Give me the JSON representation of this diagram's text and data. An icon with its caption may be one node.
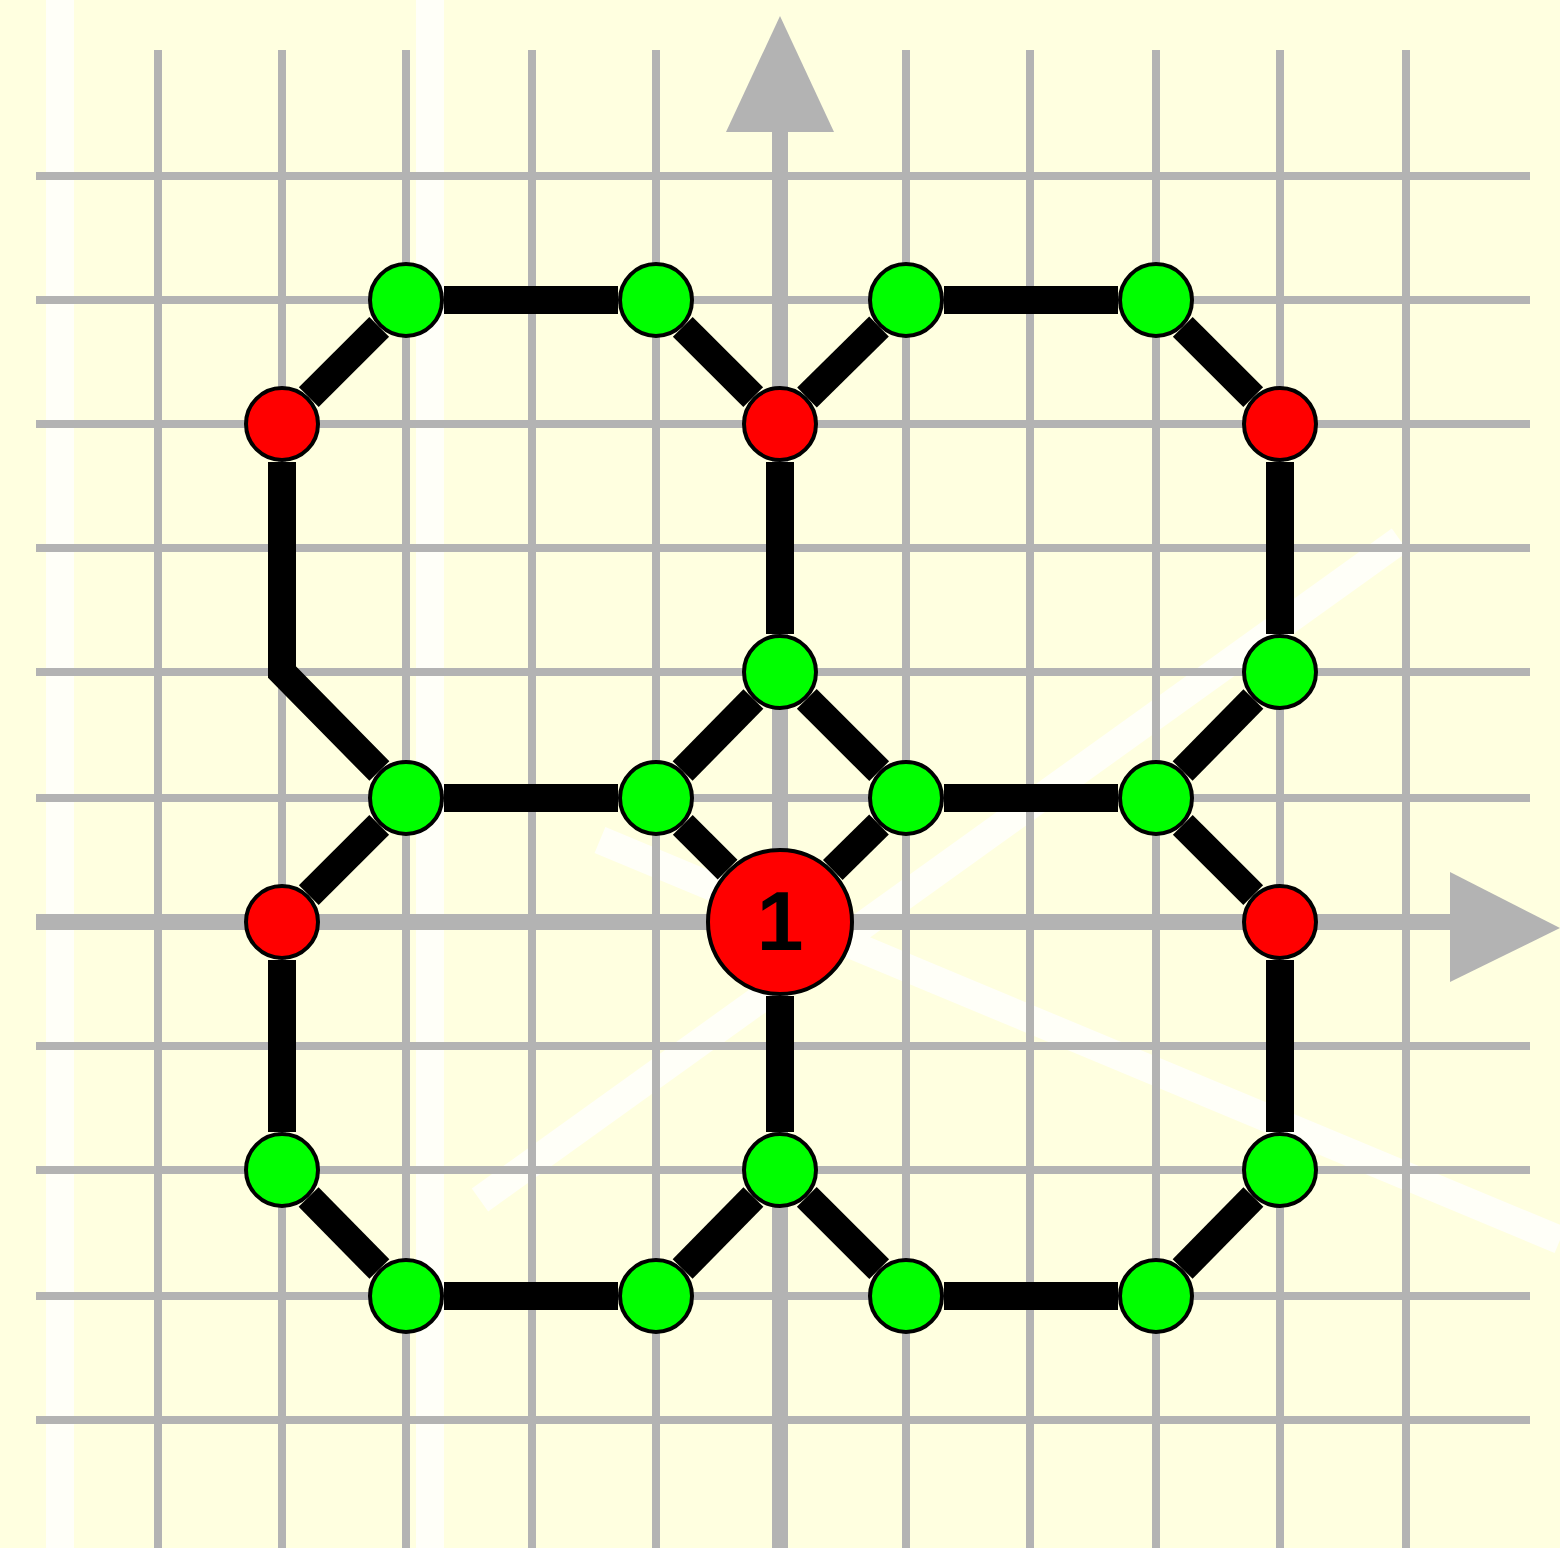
{
  "diagram": {
    "nodes": [
      {
        "text": [],
        "shape": "circle"
      },
      {
        "text": [],
        "shape": "circle"
      },
      {
        "text": [],
        "shape": "circle"
      },
      {
        "text": [],
        "shape": "circle"
      },
      {
        "text": [],
        "shape": "circle"
      },
      {
        "text": [],
        "shape": "circle"
      },
      {
        "text": [],
        "shape": "circle"
      },
      {
        "text": [],
        "shape": "circle"
      },
      {
        "text": [],
        "shape": "circle"
      },
      {
        "text": [],
        "shape": "circle"
      },
      {
        "text": [],
        "shape": "circle"
      },
      {
        "text": [],
        "shape": "circle"
      },
      {
        "text": [],
        "shape": "circle"
      },
      {
        "text": [],
        "shape": "circle"
      },
      {
        "text": [
          "1"
        ]
      },
      {
        "text": [],
        "shape": "circle"
      },
      {
        "text": [],
        "shape": "circle"
      },
      {
        "text": [],
        "shape": "circle"
      },
      {
        "text": [],
        "shape": "circle"
      },
      {
        "text": [],
        "shape": "circle"
      },
      {
        "text": [],
        "shape": "circle"
      },
      {
        "text": [],
        "shape": "circle"
      },
      {
        "text": [],
        "shape": "circle"
      }
    ],
    "edges": [
      {
        "from": 0,
        "to": 1,
        "arrow": "none"
      },
      {
        "from": 1,
        "to": 5,
        "arrow": "none"
      },
      {
        "from": 4,
        "to": 0,
        "arrow": "none"
      },
      {
        "from": 4,
        "to": 9,
        "arrow": "none"
      },
      {
        "from": 5,
        "to": 2,
        "arrow": "none"
      },
      {
        "from": 2,
        "to": 3,
        "arrow": "none"
      },
      {
        "from": 3,
        "to": 6,
        "arrow": "none"
      },
      {
        "from": 6,
        "to": 8,
        "arrow": "none"
      },
      {
        "from": 8,
        "to": 12,
        "arrow": "none"
      },
      {
        "from": 5,
        "to": 7,
        "arrow": "none"
      },
      {
        "from": 7,
        "to": 10,
        "arrow": "none"
      },
      {
        "from": 7,
        "to": 11,
        "arrow": "none"
      },
      {
        "from": 9,
        "to": 10,
        "arrow": "none"
      },
      {
        "from": 10,
        "to": 14,
        "arrow": "none"
      },
      {
        "from": 11,
        "to": 14,
        "arrow": "none"
      },
      {
        "from": 11,
        "to": 12,
        "arrow": "none"
      },
      {
        "from": 12,
        "to": 15,
        "arrow": "none"
      },
      {
        "from": 9,
        "to": 13,
        "arrow": "none"
      },
      {
        "from": 13,
        "to": 16,
        "arrow": "none"
      },
      {
        "from": 16,
        "to": 19,
        "arrow": "none"
      },
      {
        "from": 19,
        "to": 20,
        "arrow": "none"
      },
      {
        "from": 20,
        "to": 17,
        "arrow": "none"
      },
      {
        "from": 14,
        "to": 17,
        "arrow": "none"
      },
      {
        "from": 17,
        "to": 21,
        "arrow": "none"
      },
      {
        "from": 21,
        "to": 22,
        "arrow": "none"
      },
      {
        "from": 22,
        "to": 18,
        "arrow": "none"
      },
      {
        "from": 18,
        "to": 15,
        "arrow": "none"
      }
    ]
  }
}
